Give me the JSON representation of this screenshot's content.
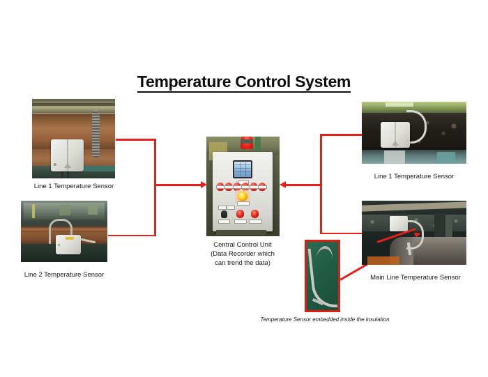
{
  "slide": {
    "title": "Temperature Control System",
    "background_color": "#ffffff",
    "accent_color": "#e8201a"
  },
  "photos": [
    {
      "name": "line-1-temperature-sensor-left",
      "caption": "Line 1 Temperature Sensor",
      "description": "Rusty brown pipe with white junction box and flexible conduit"
    },
    {
      "name": "line-2-temperature-sensor",
      "caption": "Line 2 Temperature Sensor",
      "description": "Brown horizontal pipe with white junction box and looped grey cable"
    },
    {
      "name": "central-control-unit",
      "caption": "Central Control Unit\n(Data Recorder which\ncan trend the data)",
      "description": "Grey control cabinet with red beacon, display screen, indicator lamps and switches"
    },
    {
      "name": "line-1-temperature-sensor-right",
      "caption": "Line 1 Temperature Sensor",
      "description": "Dark pipe with white junction box and white cable"
    },
    {
      "name": "main-line-temperature-sensor",
      "caption": "Main Line Temperature Sensor",
      "description": "Insulated main line with white junction box and braided sensor cable"
    },
    {
      "name": "temperature-sensor-closeup",
      "caption": "Temperature Sensor embedded inside the insulation",
      "description": "Braided silver sensor probe on dark green background"
    }
  ],
  "connectors": [
    {
      "name": "line-1-left-to-control-unit",
      "from": "line-1-temperature-sensor-left",
      "to": "central-control-unit",
      "arrow": "right"
    },
    {
      "name": "line-2-to-control-unit",
      "from": "line-2-temperature-sensor",
      "to": "central-control-unit",
      "arrow": "right"
    },
    {
      "name": "line-1-right-to-control-unit",
      "from": "line-1-temperature-sensor-right",
      "to": "central-control-unit",
      "arrow": "left"
    },
    {
      "name": "main-line-to-control-unit",
      "from": "main-line-temperature-sensor",
      "to": "central-control-unit",
      "arrow": "left"
    },
    {
      "name": "sensor-closeup-to-main-line",
      "from": "temperature-sensor-closeup",
      "to": "main-line-temperature-sensor",
      "arrow": "none"
    }
  ],
  "control_panel": {
    "beacon_color": "#e8201a",
    "lamp_count": 6,
    "lamp_color": "#e8201a",
    "indicator_color": "#ffd21e",
    "button_count": 2,
    "switch_count": 1,
    "screen_color": "#7fa9d2"
  }
}
